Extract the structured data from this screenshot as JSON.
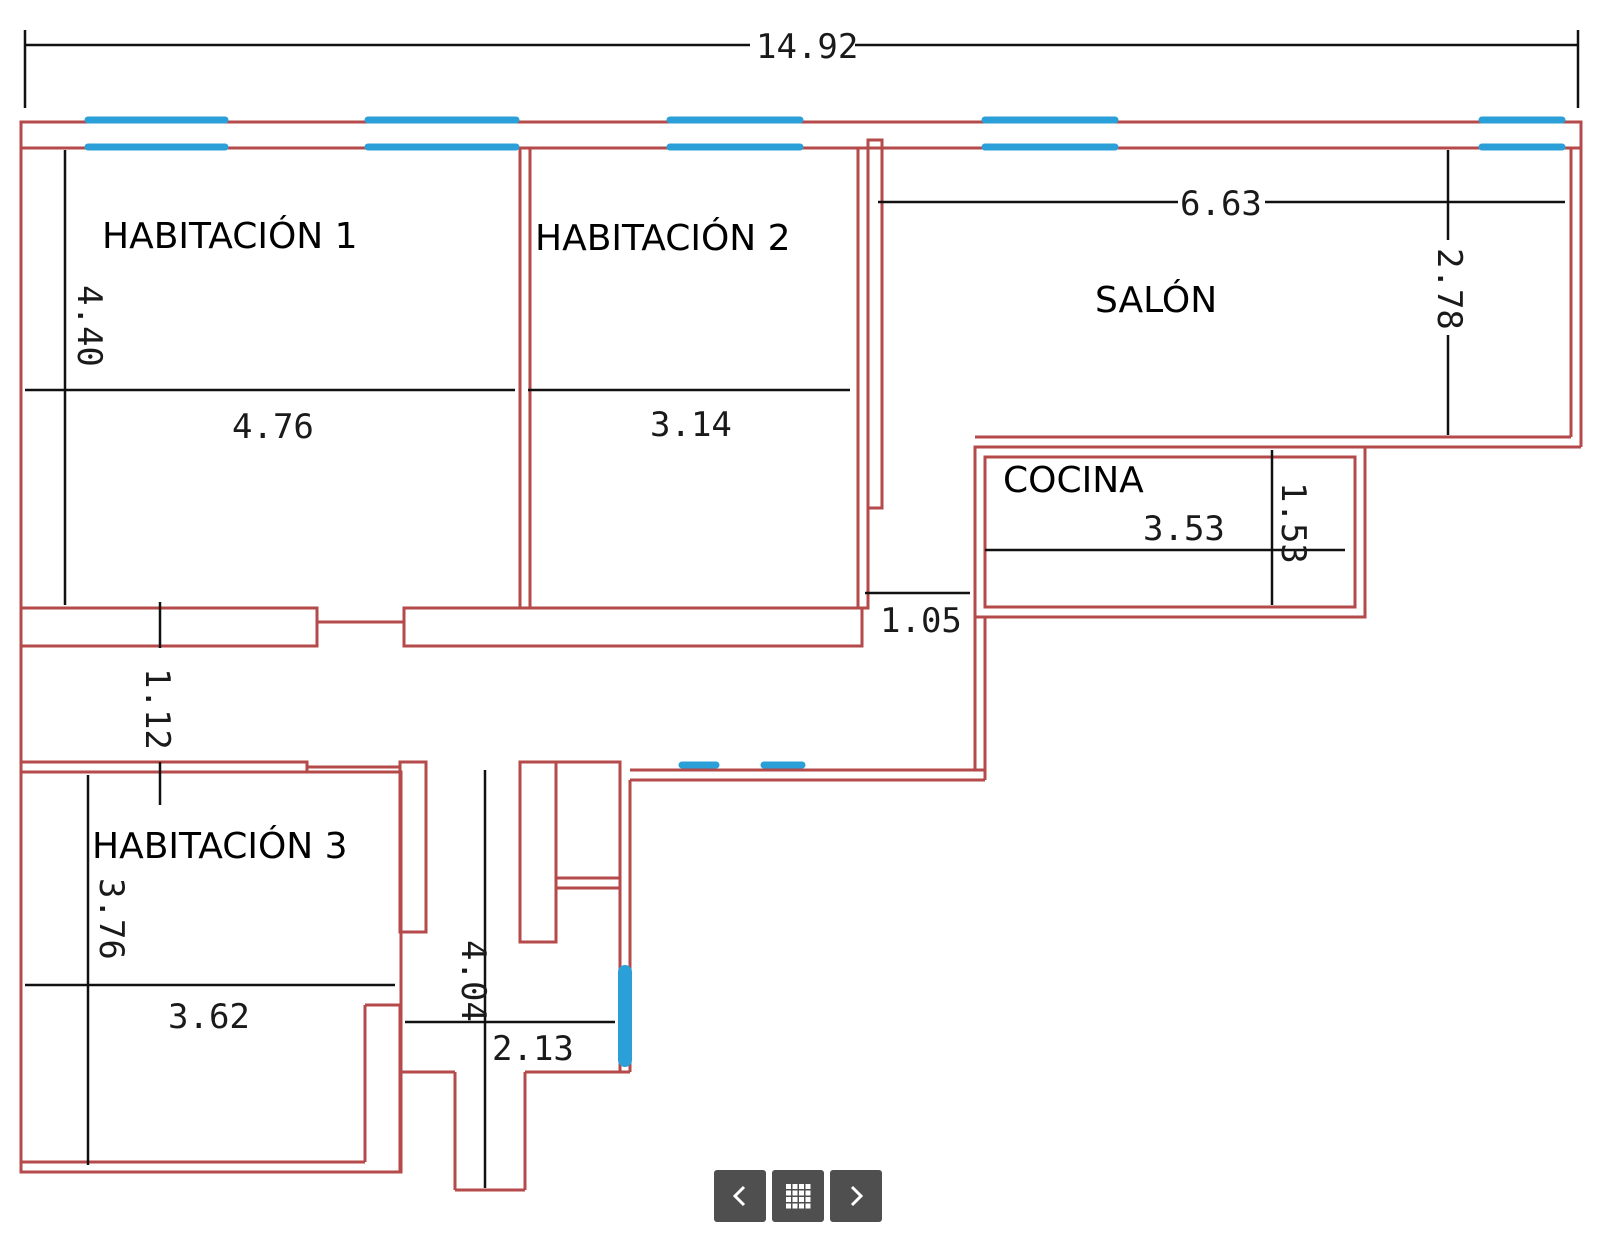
{
  "rooms": {
    "habitacion1": "HABITACIÓN 1",
    "habitacion2": "HABITACIÓN 2",
    "salon": "SALÓN",
    "cocina": "COCINA",
    "habitacion3": "HABITACIÓN 3"
  },
  "dimensions": {
    "total_width": "14.92",
    "hab1_height": "4.40",
    "hab1_width": "4.76",
    "hab2_width": "3.14",
    "salon_width": "6.63",
    "salon_height": "2.78",
    "cocina_width": "3.53",
    "cocina_height": "1.53",
    "passage_width": "1.05",
    "corridor_height": "1.12",
    "hab3_height": "3.76",
    "hab3_width": "3.62",
    "bath_height": "4.04",
    "bath_width": "2.13"
  },
  "navigation": {
    "prev_icon": "chevron-left-icon",
    "grid_icon": "grid-icon",
    "next_icon": "chevron-right-icon"
  },
  "colors": {
    "walls": "#b44a4a",
    "windows": "#2a9fd8",
    "nav_button": "#4f4f4f"
  }
}
